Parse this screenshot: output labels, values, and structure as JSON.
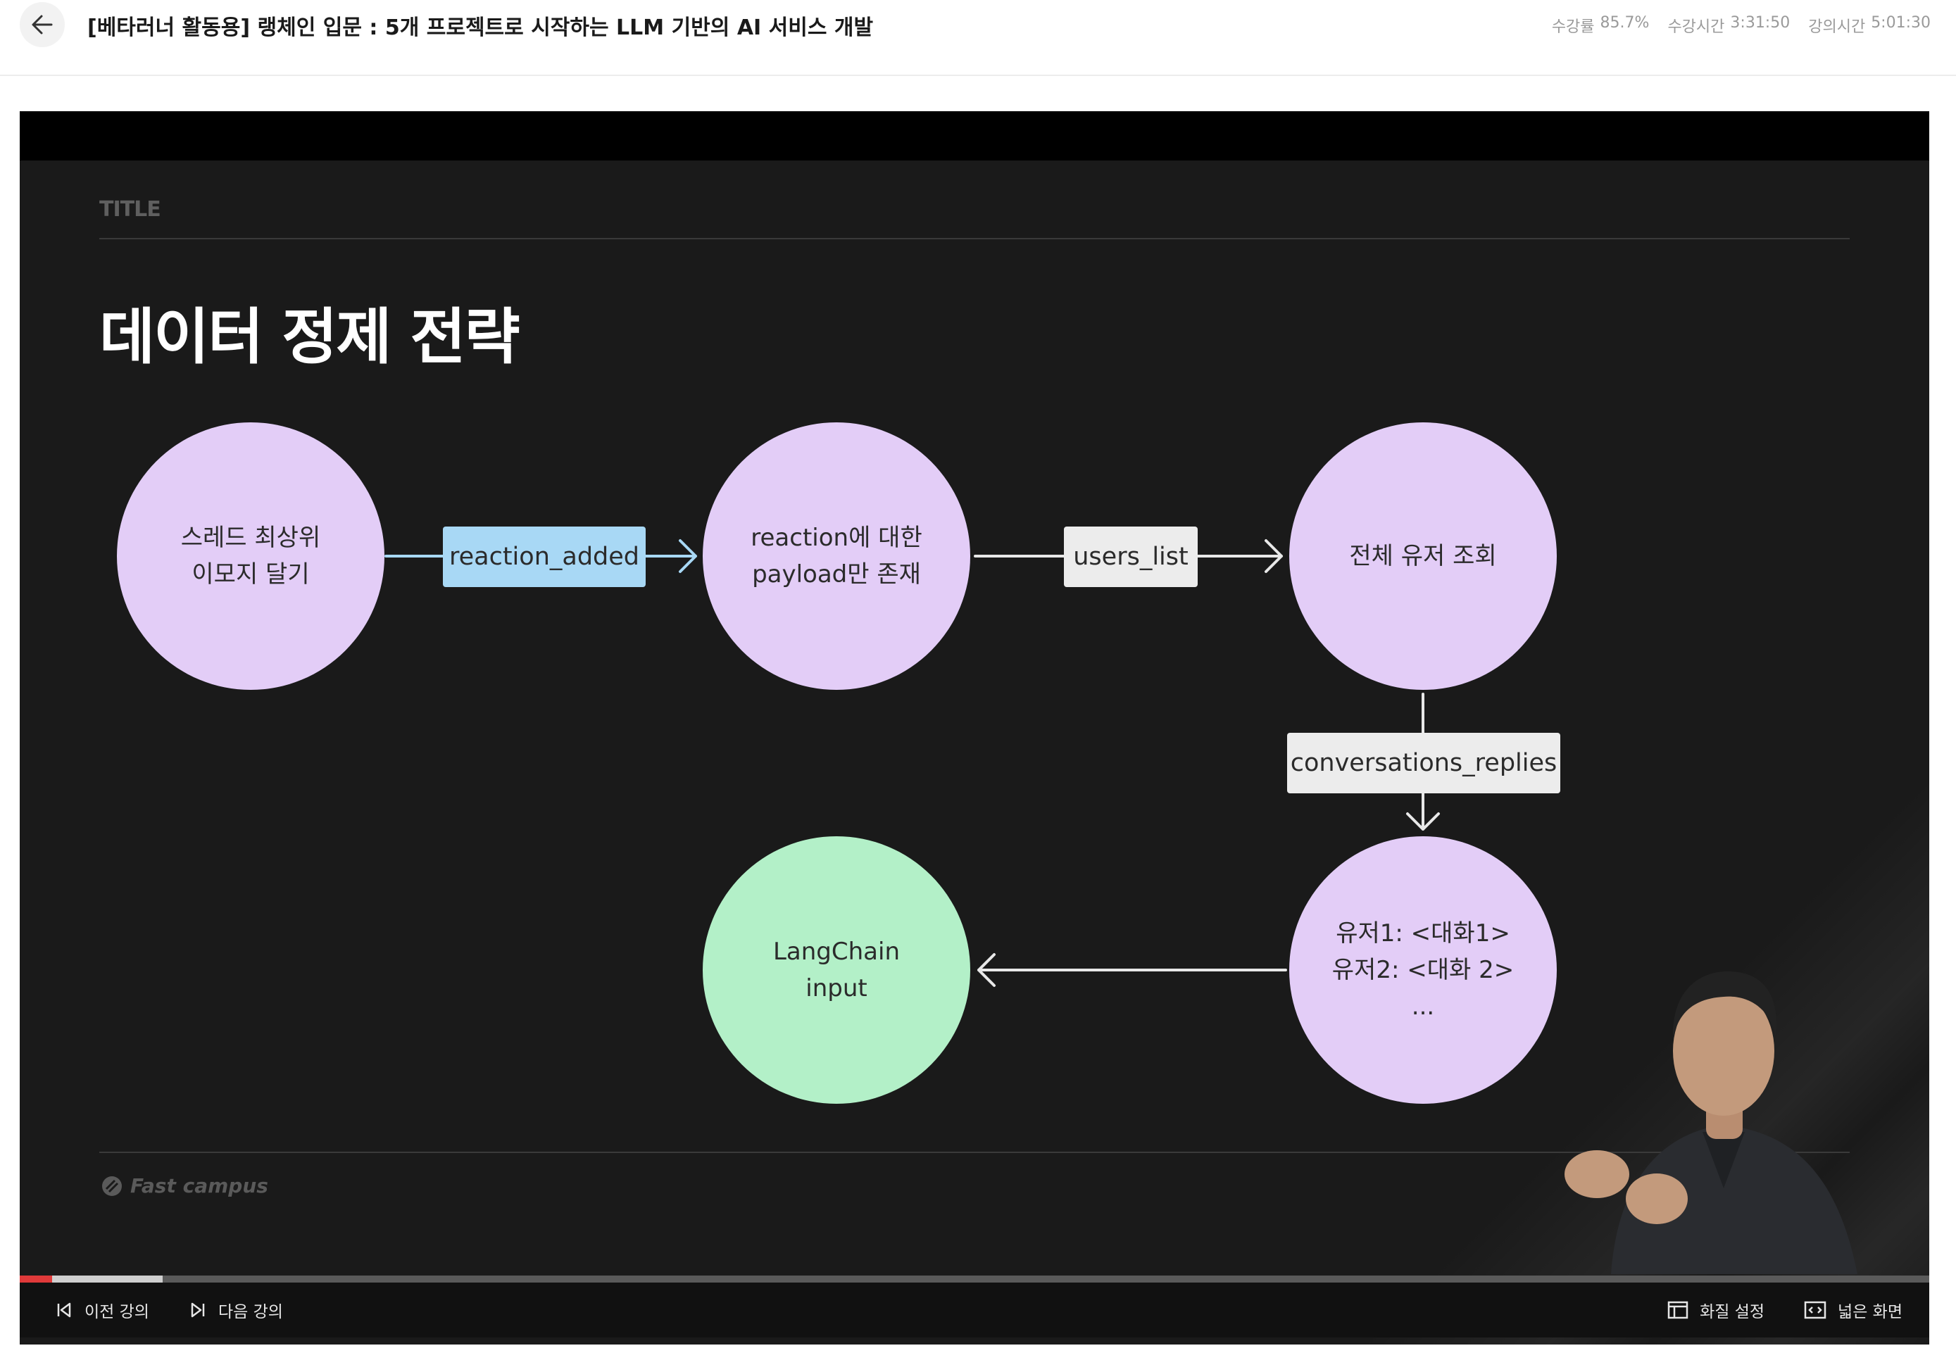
{
  "header": {
    "title": "[베타러너 활동용] 랭체인 입문 : 5개 프로젝트로 시작하는 LLM 기반의 AI 서비스 개발",
    "stats": [
      {
        "label": "수강률",
        "value": "85.7%"
      },
      {
        "label": "수강시간",
        "value": "3:31:50"
      },
      {
        "label": "강의시간",
        "value": "5:01:30"
      }
    ]
  },
  "slide": {
    "section": "TITLE",
    "heading": "데이터 정제 전략",
    "brand": "Fast campus",
    "nodes": {
      "thread_emoji": "스레드 최상위\n이모지 달기",
      "reaction_payload": "reaction에 대한\npayload만 존재",
      "all_users": "전체 유저 조회",
      "conversations": "유저1: <대화1>\n유저2: <대화 2>\n...",
      "langchain": "LangChain\ninput"
    },
    "edges": {
      "reaction_added": "reaction_added",
      "users_list": "users_list",
      "conversations_replies": "conversations_replies"
    },
    "colors": {
      "node_purple": "#e3cdf7",
      "node_green": "#b3f0c8",
      "label_blue": "#a8d8f5",
      "label_gray": "#ececec",
      "slide_bg": "#1a1a1a"
    }
  },
  "player": {
    "progress_played": 0.017,
    "progress_buffered": 0.075,
    "progress_color": "#e03a3a",
    "controls": {
      "prev": "이전 강의",
      "next": "다음 강의",
      "quality": "화질 설정",
      "wide": "넓은 화면"
    }
  }
}
